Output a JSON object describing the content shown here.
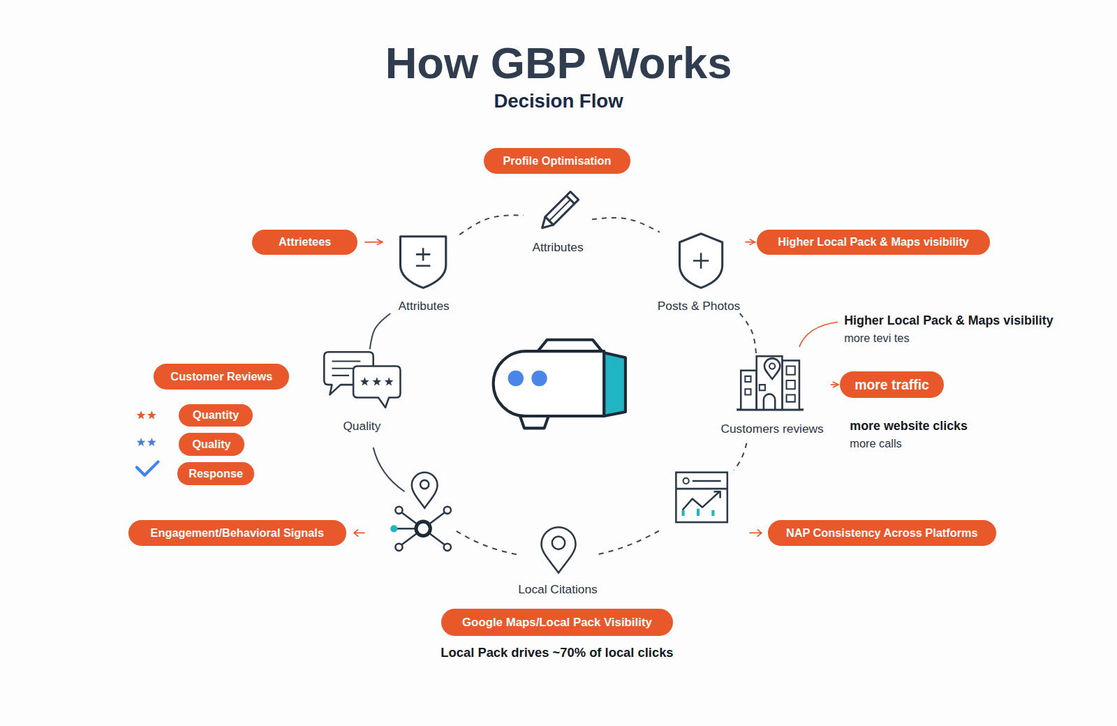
{
  "diagram": {
    "title": "How GBP Works",
    "nodes": [
      {
        "text": [
          "Profile Optimisation"
        ]
      },
      {
        "text": [
          "Attrietees"
        ]
      },
      {
        "text": [
          "Attributes"
        ]
      },
      {
        "text": [
          "Higher Local Pack & Maps visibility"
        ]
      },
      {
        "text": [
          "Attributes"
        ]
      },
      {
        "text": [
          "Posts & Photos"
        ]
      },
      {
        "text": [
          "Customer Reviews"
        ]
      },
      {
        "text": [
          "Quantity"
        ]
      },
      {
        "text": [
          "more traffic"
        ]
      },
      {
        "text": [
          "Quality"
        ]
      },
      {
        "text": [
          "Quality"
        ]
      },
      {
        "text": [
          "Customers reviews"
        ]
      },
      {
        "text": [
          "Response"
        ]
      },
      {
        "text": [
          "Engagement/Behavioral Signals"
        ]
      },
      {
        "text": [
          "NAP Consistency Across Platforms"
        ]
      },
      {
        "text": [
          "Local Citations"
        ]
      },
      {
        "text": [
          "Google Maps/Local Pack Visibility"
        ]
      }
    ],
    "edges": [
      {
        "from": 1,
        "to": 4,
        "arrow": "to"
      },
      {
        "from": 4,
        "to": 2,
        "arrow": "none"
      },
      {
        "from": 2,
        "to": 5,
        "arrow": "none"
      },
      {
        "from": 5,
        "to": 3,
        "arrow": "to"
      },
      {
        "from": 5,
        "to": 11,
        "arrow": "none"
      },
      {
        "from": 10,
        "to": 4,
        "arrow": "none"
      },
      {
        "from": 11,
        "to": 8,
        "arrow": "to"
      }
    ],
    "labels": [
      "Decision Flow",
      "Higher Local Pack & Maps visibility",
      "more tevi tes",
      "more website clicks",
      "more calls",
      "Local Pack drives ~70% of local clicks"
    ]
  }
}
